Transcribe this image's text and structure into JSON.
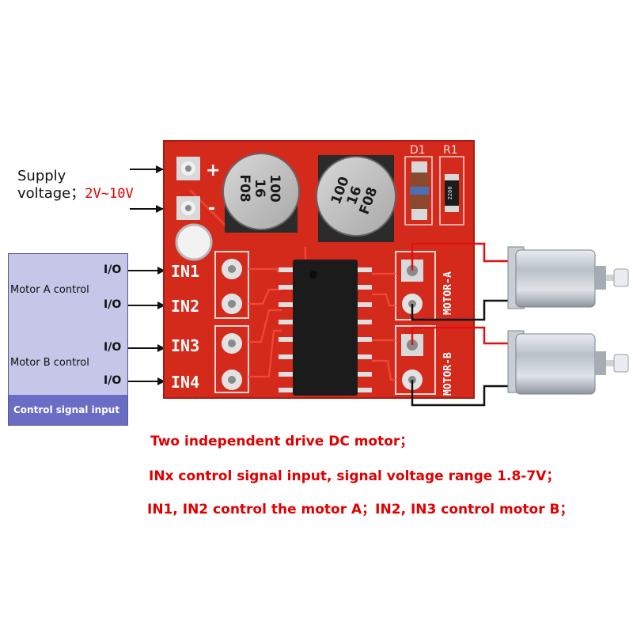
{
  "supply": {
    "line1": "Supply",
    "line2": "voltage；",
    "range": "2V~10V"
  },
  "board": {
    "plus": "+",
    "minus": "-",
    "d1": "D1",
    "r1": "R1",
    "resistor_code": "2200",
    "cap1_label": "100\n16\nF08",
    "cap2_label": "100\n16\nF08",
    "pins": [
      "IN1",
      "IN2",
      "IN3",
      "IN4"
    ],
    "motor_a": "MOTOR-A",
    "motor_b": "MOTOR-B"
  },
  "control": {
    "io": [
      "I/O",
      "I/O",
      "I/O",
      "I/O"
    ],
    "motor_a": "Motor A control",
    "motor_b": "Motor B control",
    "footer": "Control signal input"
  },
  "notes": [
    "Two independent drive DC motor；",
    "INx control signal input, signal voltage range 1.8-7V；",
    "IN1, IN2 control the motor A；IN2, IN3 control motor B；"
  ],
  "colors": {
    "pcb": "#d42a1c",
    "annotation": "#e00000",
    "panel": "#c5c6e8",
    "panel_footer": "#6a6dc4"
  }
}
